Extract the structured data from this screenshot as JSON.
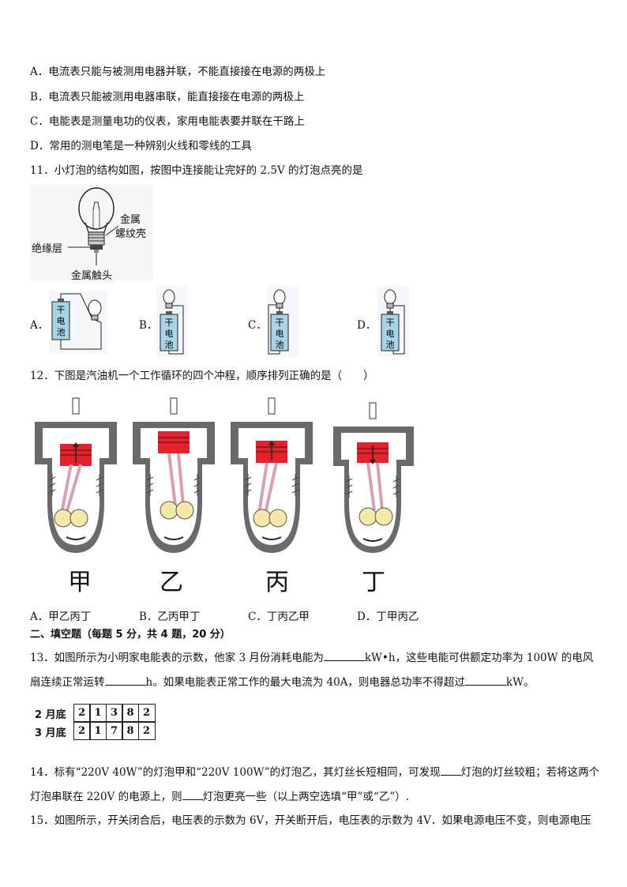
{
  "q10_options": [
    "A．电流表只能与被测用电器并联，不能直接接在电源的两极上",
    "B．电流表只能被测用电器串联，能直接接在电源的两极上",
    "C．电能表是测量电功的仪表，家用电能表要并联在干路上",
    "D．常用的测电笔是一种辨别火线和零线的工具"
  ],
  "q11": {
    "stem": "11．小灯泡的结构如图，按图中连接能让完好的 2.5V 的灯泡点亮的是",
    "labels": {
      "shell_line1": "金属",
      "shell_line2": "螺纹壳",
      "insulation": "绝缘层",
      "contact": "金属触头"
    },
    "battery_text": [
      "干",
      "电",
      "池"
    ],
    "options": [
      "A．",
      "B．",
      "C．",
      "D．"
    ]
  },
  "q12": {
    "stem": "12．下图是汽油机一个工作循环的四个冲程，顺序排列正确的是（　　）",
    "engine_labels": [
      "甲",
      "乙",
      "丙",
      "丁"
    ],
    "options": [
      "A．甲乙丙丁",
      "B．乙丙甲丁",
      "C．丁丙乙甲",
      "D．丁甲丙乙"
    ]
  },
  "section2": {
    "title": "二、填空题（每题 5 分，共 4 题，20 分）"
  },
  "q13": {
    "part1": "13．如图所示为小明家电能表的示数，他家 3 月份消耗电能为",
    "unit1": "kW•h，这些电能可供额定功率为 100W 的电风",
    "part2": "扇连续正常运转",
    "unit2": "h。如果电能表正常工作的最大电流为 40A，则电器总功率不得超过",
    "unit3": "kW。",
    "meter": [
      {
        "label": "2 月底",
        "digits": [
          "2",
          "1",
          "3",
          "8",
          "2"
        ]
      },
      {
        "label": "3 月底",
        "digits": [
          "2",
          "1",
          "7",
          "8",
          "2"
        ]
      }
    ]
  },
  "q14": {
    "part1": "14．标有“220V 40W”的灯泡甲和“220V 100W”的灯泡乙，其灯丝长短相同，可发现",
    "part2": "灯泡的灯丝较粗；若将这两个",
    "part3": "灯泡串联在 220V 的电源上，则",
    "part4": "灯泡更亮一些（以上两空选填“甲”或“乙”）."
  },
  "q15": {
    "text": "15．如图所示，开关闭合后，电压表的示数为 6V，开关断开后，电压表的示数为 4V．如果电源电压不变，则电源电压"
  }
}
